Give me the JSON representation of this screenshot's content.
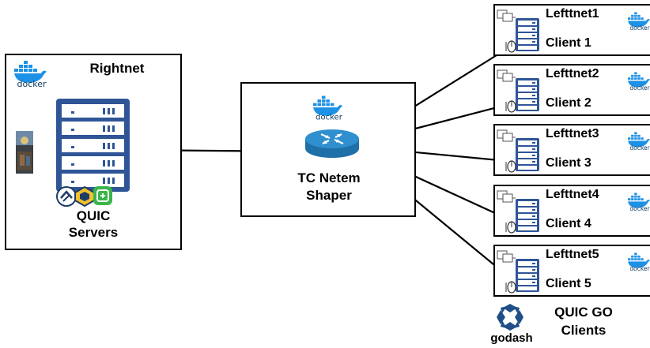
{
  "colors": {
    "docker_blue": "#1d91e6",
    "docker_text": "#0b3a5c",
    "server_blue": "#2f5597",
    "router_blue": "#2f8fcf",
    "godash_blue": "#1f4f86",
    "line": "#000000"
  },
  "rightnet": {
    "title": "Rightnet",
    "docker_word": "docker",
    "label_line1": "QUIC",
    "label_line2": "Servers",
    "icons": [
      "docker-icon",
      "server-rack-icon",
      "video-thumbnail-icon",
      "caddy-icon",
      "chrome-quic-icon",
      "app-icon"
    ]
  },
  "shaper": {
    "docker_word": "docker",
    "label_line1": "TC Netem",
    "label_line2": "Shaper",
    "icons": [
      "docker-icon",
      "router-icon"
    ]
  },
  "clients": [
    {
      "net": "Lefttnet1",
      "client": "Client 1",
      "docker_word": "docker"
    },
    {
      "net": "Lefttnet2",
      "client": "Client 2",
      "docker_word": "docker"
    },
    {
      "net": "Lefttnet3",
      "client": "Client 3",
      "docker_word": "docker"
    },
    {
      "net": "Lefttnet4",
      "client": "Client 4",
      "docker_word": "docker"
    },
    {
      "net": "Lefttnet5",
      "client": "Client 5",
      "docker_word": "docker"
    }
  ],
  "footer": {
    "logo_text": "godash",
    "label_line1": "QUIC GO",
    "label_line2": "Clients"
  }
}
